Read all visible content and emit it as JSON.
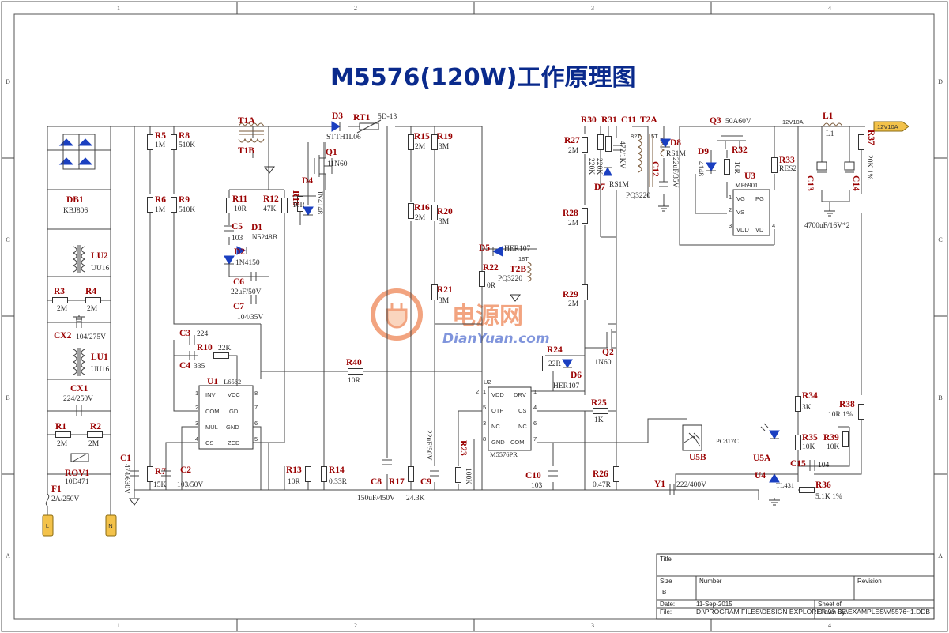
{
  "title": "M5576(120W)工作原理图",
  "zones": {
    "columns": [
      "1",
      "2",
      "3",
      "4"
    ],
    "rows": [
      "D",
      "C",
      "B",
      "A"
    ]
  },
  "watermark": {
    "brand_cn": "电源网",
    "brand_url": "DianYuan.com"
  },
  "connectors": {
    "line": "L",
    "neutral": "N",
    "output_port": "12V10A"
  },
  "output_net": "12V10A",
  "components": {
    "F1": {
      "ref": "F1",
      "value": "2A/250V"
    },
    "ROV1": {
      "ref": "ROV1",
      "value": "10D471"
    },
    "R1": {
      "ref": "R1",
      "value": "2M"
    },
    "R2": {
      "ref": "R2",
      "value": "2M"
    },
    "CX1": {
      "ref": "CX1",
      "value": "224/250V"
    },
    "LU1": {
      "ref": "LU1",
      "value": "UU16"
    },
    "CX2": {
      "ref": "CX2",
      "value": "104/275V"
    },
    "R3": {
      "ref": "R3",
      "value": "2M"
    },
    "R4": {
      "ref": "R4",
      "value": "2M"
    },
    "LU2": {
      "ref": "LU2",
      "value": "UU16"
    },
    "DB1": {
      "ref": "DB1",
      "value": "KBJ806"
    },
    "C1": {
      "ref": "C1",
      "value": "474/630V"
    },
    "R5": {
      "ref": "R5",
      "value": "1M"
    },
    "R6": {
      "ref": "R6",
      "value": "1M"
    },
    "R7": {
      "ref": "R7",
      "value": "15K"
    },
    "C2": {
      "ref": "C2",
      "value": "103/50V"
    },
    "R8": {
      "ref": "R8",
      "value": "510K"
    },
    "R9": {
      "ref": "R9",
      "value": "510K"
    },
    "T1A": {
      "ref": "T1A"
    },
    "T1B": {
      "ref": "T1B"
    },
    "R11": {
      "ref": "R11",
      "value": "10R"
    },
    "R12": {
      "ref": "R12",
      "value": "47K"
    },
    "R18": {
      "ref": "R18",
      "value": "10R"
    },
    "D4": {
      "ref": "D4",
      "value": "IN4148"
    },
    "C5": {
      "ref": "C5",
      "value": "103"
    },
    "D1": {
      "ref": "D1",
      "value": "1N5248B"
    },
    "D2": {
      "ref": "D2",
      "value": "1N4150"
    },
    "C6": {
      "ref": "C6",
      "value": "22uF/50V"
    },
    "C7": {
      "ref": "C7",
      "value": "104/35V"
    },
    "C3": {
      "ref": "C3",
      "value": "224"
    },
    "R10": {
      "ref": "R10",
      "value": "22K"
    },
    "C4": {
      "ref": "C4",
      "value": "335"
    },
    "U1": {
      "ref": "U1",
      "value": "L6562"
    },
    "D3": {
      "ref": "D3",
      "value": "STTH1L06"
    },
    "RT1": {
      "ref": "RT1",
      "value": "5D-13"
    },
    "Q1": {
      "ref": "Q1",
      "value": "11N60"
    },
    "R40": {
      "ref": "R40",
      "value": "10R"
    },
    "R13": {
      "ref": "R13",
      "value": "10R"
    },
    "R14": {
      "ref": "R14",
      "value": "0.33R"
    },
    "C8": {
      "ref": "C8",
      "value": "150uF/450V"
    },
    "R17": {
      "ref": "R17",
      "value": "24.3K"
    },
    "C9": {
      "ref": "C9",
      "value": "22uF/50V"
    },
    "R15": {
      "ref": "R15",
      "value": "2M"
    },
    "R16": {
      "ref": "R16",
      "value": "2M"
    },
    "R19": {
      "ref": "R19",
      "value": "3M"
    },
    "R20": {
      "ref": "R20",
      "value": "3M"
    },
    "R21": {
      "ref": "R21",
      "value": "3M"
    },
    "R23": {
      "ref": "R23",
      "value": "100K"
    },
    "D5": {
      "ref": "D5",
      "value": "HER107"
    },
    "R22": {
      "ref": "R22",
      "value": "0R"
    },
    "T2B": {
      "ref": "T2B",
      "value": "PQ3220"
    },
    "U2": {
      "ref": "U2",
      "value": "M5576PR"
    },
    "C10": {
      "ref": "C10",
      "value": "103"
    },
    "R24": {
      "ref": "R24",
      "value": "22R"
    },
    "D6": {
      "ref": "D6",
      "value": "HER107"
    },
    "Q2": {
      "ref": "Q2",
      "value": "11N60"
    },
    "R25": {
      "ref": "R25",
      "value": "1K"
    },
    "R26": {
      "ref": "R26",
      "value": "0.47R"
    },
    "R27": {
      "ref": "R27",
      "value": "2M"
    },
    "R28": {
      "ref": "R28",
      "value": "2M"
    },
    "R29": {
      "ref": "R29",
      "value": "2M"
    },
    "R30": {
      "ref": "R30",
      "value": "220K"
    },
    "R31": {
      "ref": "R31",
      "value": "220K"
    },
    "C11": {
      "ref": "C11",
      "value": "472/1KV"
    },
    "D7": {
      "ref": "D7",
      "value": "RS1M"
    },
    "T2A": {
      "ref": "T2A",
      "value": "PQ3220"
    },
    "D8": {
      "ref": "D8",
      "value": "RS1M"
    },
    "C12": {
      "ref": "C12",
      "value": "22uF/35V"
    },
    "Q3": {
      "ref": "Q3",
      "value": "50A60V"
    },
    "D9": {
      "ref": "D9",
      "value": "4148"
    },
    "R32": {
      "ref": "R32",
      "value": "10R"
    },
    "R33": {
      "ref": "R33",
      "value": "RES2"
    },
    "U3": {
      "ref": "U3",
      "value": "MP6901"
    },
    "L1": {
      "ref": "L1",
      "value": "L1"
    },
    "C13": {
      "ref": "C13"
    },
    "C14": {
      "ref": "C14"
    },
    "output_caps": {
      "value": "4700uF/16V*2"
    },
    "R37": {
      "ref": "R37",
      "value": "20K 1%"
    },
    "R38": {
      "ref": "R38",
      "value": "10R 1%"
    },
    "R34": {
      "ref": "R34",
      "value": "3K"
    },
    "R35": {
      "ref": "R35",
      "value": "10K"
    },
    "R39": {
      "ref": "R39",
      "value": "10K"
    },
    "C15": {
      "ref": "C15",
      "value": "104"
    },
    "U5A": {
      "ref": "U5A",
      "value": "PC817C"
    },
    "U5B": {
      "ref": "U5B"
    },
    "U4": {
      "ref": "U4",
      "value": "TL431"
    },
    "R36": {
      "ref": "R36",
      "value": "5.1K 1%"
    },
    "Y1": {
      "ref": "Y1",
      "value": "222/400V"
    }
  },
  "pins": {
    "U1": {
      "inv": "INV",
      "com": "COM",
      "mul": "MUL",
      "cs": "CS",
      "vcc": "VCC",
      "gd": "GD",
      "gnd": "GND",
      "zcd": "ZCD",
      "n1": "1",
      "n2": "2",
      "n3": "3",
      "n4": "4",
      "n5": "5",
      "n6": "6",
      "n7": "7",
      "n8": "8"
    },
    "U2": {
      "vdd": "VDD",
      "otp": "OTP",
      "nc1": "NC",
      "gnd": "GND",
      "drv": "DRV",
      "cs": "CS",
      "nc2": "NC",
      "com": "COM",
      "n1": "1",
      "n2": "2",
      "n3": "3",
      "n4": "4",
      "n5": "5",
      "n6": "6",
      "n7": "7",
      "n8": "8"
    },
    "U3": {
      "vg": "VG",
      "vs": "VS",
      "vdd": "VDD",
      "pg": "PG",
      "vd": "VD",
      "n1": "1",
      "n2": "2",
      "n3": "3",
      "n4": "4"
    },
    "T2A_turns": {
      "a": "82T",
      "b": "5T"
    },
    "T2B_turns": "18T"
  },
  "title_block": {
    "title_label": "Title",
    "size_label": "Size",
    "size_value": "B",
    "number_label": "Number",
    "revision_label": "Revision",
    "date_label": "Date:",
    "date_value": "11-Sep-2015",
    "sheet_label": "Sheet    of",
    "file_label": "File:",
    "file_value": "D:\\PROGRAM FILES\\DESIGN EXPLORER 99 SE\\EXAMPLES\\M5576~1.DDB",
    "drawn_label": "Drawn By:"
  },
  "colors": {
    "title": "#0a2a8c",
    "labels": "#9a0000",
    "diodes": "#1a3fc0",
    "watermark": "#e85a1a",
    "output_tag": "#f3c24a"
  }
}
